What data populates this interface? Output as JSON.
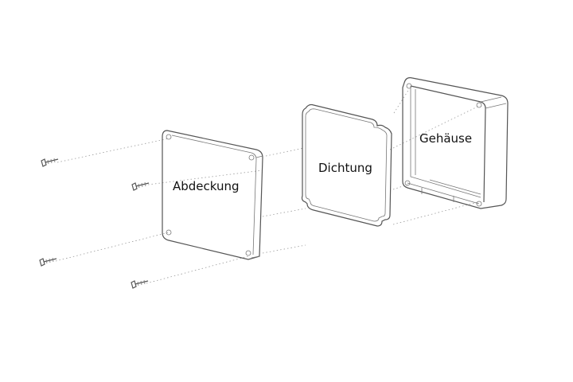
{
  "labels": {
    "cover": "Abdeckung",
    "gasket": "Dichtung",
    "housing": "Gehäuse"
  }
}
